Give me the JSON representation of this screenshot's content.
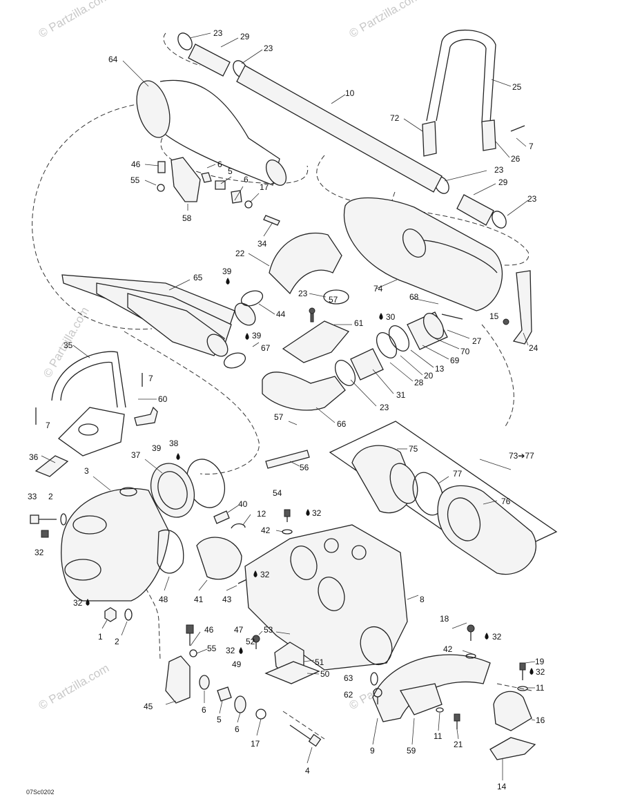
{
  "diagram_code": "07Sc0202",
  "watermark_text": "© Partzilla.com",
  "colors": {
    "line": "#222222",
    "watermark": "#c8c8c8",
    "background": "#ffffff"
  },
  "callouts": [
    {
      "id": "c23a",
      "text": "23"
    },
    {
      "id": "c29a",
      "text": "29"
    },
    {
      "id": "c23b",
      "text": "23"
    },
    {
      "id": "c64",
      "text": "64"
    },
    {
      "id": "c10",
      "text": "10"
    },
    {
      "id": "c25",
      "text": "25"
    },
    {
      "id": "c72",
      "text": "72"
    },
    {
      "id": "c7a",
      "text": "7"
    },
    {
      "id": "c26",
      "text": "26"
    },
    {
      "id": "c46a",
      "text": "46"
    },
    {
      "id": "c6a",
      "text": "6"
    },
    {
      "id": "c5a",
      "text": "5"
    },
    {
      "id": "c6b",
      "text": "6"
    },
    {
      "id": "c55a",
      "text": "55"
    },
    {
      "id": "c17a",
      "text": "17"
    },
    {
      "id": "c58",
      "text": "58"
    },
    {
      "id": "c34",
      "text": "34"
    },
    {
      "id": "c23c",
      "text": "23"
    },
    {
      "id": "c29b",
      "text": "29"
    },
    {
      "id": "c23d",
      "text": "23"
    },
    {
      "id": "c22",
      "text": "22"
    },
    {
      "id": "c74",
      "text": "74"
    },
    {
      "id": "c39a",
      "text": "39"
    },
    {
      "id": "c65",
      "text": "65"
    },
    {
      "id": "c23e",
      "text": "23"
    },
    {
      "id": "c57a",
      "text": "57"
    },
    {
      "id": "c68",
      "text": "68"
    },
    {
      "id": "c44",
      "text": "44"
    },
    {
      "id": "c30",
      "text": "30"
    },
    {
      "id": "c15",
      "text": "15"
    },
    {
      "id": "c61",
      "text": "61"
    },
    {
      "id": "c39b",
      "text": "39"
    },
    {
      "id": "c27",
      "text": "27"
    },
    {
      "id": "c70",
      "text": "70"
    },
    {
      "id": "c24",
      "text": "24"
    },
    {
      "id": "c67",
      "text": "67"
    },
    {
      "id": "c69",
      "text": "69"
    },
    {
      "id": "c13",
      "text": "13"
    },
    {
      "id": "c20",
      "text": "20"
    },
    {
      "id": "c35",
      "text": "35"
    },
    {
      "id": "c28",
      "text": "28"
    },
    {
      "id": "c7b",
      "text": "7"
    },
    {
      "id": "c31",
      "text": "31"
    },
    {
      "id": "c23f",
      "text": "23"
    },
    {
      "id": "c60",
      "text": "60"
    },
    {
      "id": "c7c",
      "text": "7"
    },
    {
      "id": "c66",
      "text": "66"
    },
    {
      "id": "c57b",
      "text": "57"
    },
    {
      "id": "c36",
      "text": "36"
    },
    {
      "id": "c56",
      "text": "56"
    },
    {
      "id": "c75",
      "text": "75"
    },
    {
      "id": "c7377",
      "text": "73➔77"
    },
    {
      "id": "c38",
      "text": "38"
    },
    {
      "id": "c39c",
      "text": "39"
    },
    {
      "id": "c37",
      "text": "37"
    },
    {
      "id": "c77",
      "text": "77"
    },
    {
      "id": "c3",
      "text": "3"
    },
    {
      "id": "c76",
      "text": "76"
    },
    {
      "id": "c33",
      "text": "33"
    },
    {
      "id": "c2a",
      "text": "2"
    },
    {
      "id": "c40",
      "text": "40"
    },
    {
      "id": "c54",
      "text": "54"
    },
    {
      "id": "c32a",
      "text": "32"
    },
    {
      "id": "c12",
      "text": "12"
    },
    {
      "id": "c42a",
      "text": "42"
    },
    {
      "id": "c32b",
      "text": "32"
    },
    {
      "id": "c32c",
      "text": "32"
    },
    {
      "id": "c48",
      "text": "48"
    },
    {
      "id": "c41",
      "text": "41"
    },
    {
      "id": "c43",
      "text": "43"
    },
    {
      "id": "c8",
      "text": "8"
    },
    {
      "id": "c32d",
      "text": "32"
    },
    {
      "id": "c1",
      "text": "1"
    },
    {
      "id": "c2b",
      "text": "2"
    },
    {
      "id": "c18",
      "text": "18"
    },
    {
      "id": "c46b",
      "text": "46"
    },
    {
      "id": "c47",
      "text": "47"
    },
    {
      "id": "c53",
      "text": "53"
    },
    {
      "id": "c32e",
      "text": "32"
    },
    {
      "id": "c55b",
      "text": "55"
    },
    {
      "id": "c32f",
      "text": "32"
    },
    {
      "id": "c52",
      "text": "52"
    },
    {
      "id": "c42b",
      "text": "42"
    },
    {
      "id": "c49",
      "text": "49"
    },
    {
      "id": "c51",
      "text": "51"
    },
    {
      "id": "c19",
      "text": "19"
    },
    {
      "id": "c32g",
      "text": "32"
    },
    {
      "id": "c50",
      "text": "50"
    },
    {
      "id": "c63",
      "text": "63"
    },
    {
      "id": "c11a",
      "text": "11"
    },
    {
      "id": "c45",
      "text": "45"
    },
    {
      "id": "c6c",
      "text": "6"
    },
    {
      "id": "c62",
      "text": "62"
    },
    {
      "id": "c5b",
      "text": "5"
    },
    {
      "id": "c16",
      "text": "16"
    },
    {
      "id": "c6d",
      "text": "6"
    },
    {
      "id": "c17b",
      "text": "17"
    },
    {
      "id": "c11b",
      "text": "11"
    },
    {
      "id": "c9",
      "text": "9"
    },
    {
      "id": "c59",
      "text": "59"
    },
    {
      "id": "c21",
      "text": "21"
    },
    {
      "id": "c4",
      "text": "4"
    },
    {
      "id": "c14",
      "text": "14"
    }
  ]
}
